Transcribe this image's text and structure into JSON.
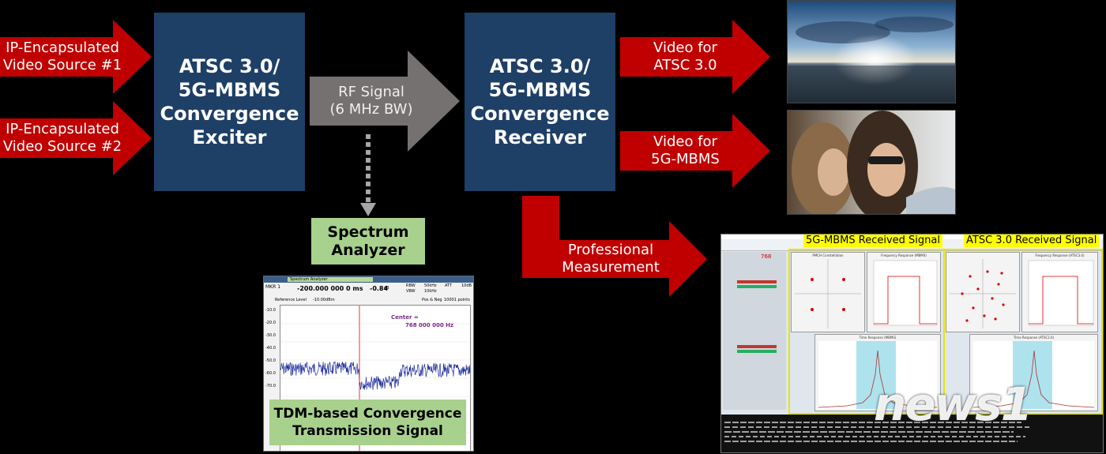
{
  "inputs": {
    "source1": "IP-Encapsulated\nVideo Source #1",
    "source2": "IP-Encapsulated\nVideo Source #2"
  },
  "exciter": {
    "label": "ATSC 3.0/\n5G-MBMS\nConvergence\nExciter"
  },
  "rf_signal": {
    "label": "RF Signal\n(6 MHz BW)"
  },
  "receiver": {
    "label": "ATSC 3.0/\n5G-MBMS\nConvergence\nReceiver"
  },
  "outputs": {
    "atsc": "Video for\nATSC 3.0",
    "mbms": "Video for\n5G-MBMS",
    "professional": "Professional\nMeasurement"
  },
  "spectrum_analyzer": {
    "label": "Spectrum\nAnalyzer",
    "window_title": "Spectrum Analyzer",
    "marker": "MKR 1",
    "marker_value": "-200.000 000 0 ms",
    "level_value": "-0.84",
    "level_unit": "dB",
    "rbw_label": "RBW",
    "rbw_value": "50kHz",
    "vbw_label": "VBW",
    "vbw_value": "10kHz",
    "att_label": "ATT",
    "att_value": "10dB",
    "ref_label": "Reference Level",
    "ref_value": "-10.00dBm",
    "mode": "Pos & Neg",
    "points": "10001 points",
    "center_label": "Center =",
    "center_value": "768 000 000 Hz",
    "y_ticks": [
      "-10.0",
      "-20.0",
      "-30.0",
      "-40.0",
      "-50.0",
      "-60.0",
      "-70.0"
    ],
    "caption": "TDM-based Convergence\nTransmission Signal"
  },
  "measurement": {
    "mbms_label": "5G-MBMS Received Signal",
    "atsc_label": "ATSC 3.0 Received Signal",
    "pmch_title": "PMCH Constellation",
    "freq_mbms_title": "Frequency Response (MBMS)",
    "freq_atsc_title": "Frequency Response (ATSC3.0)",
    "time_mbms_title": "Time Response (MBMS)",
    "time_atsc_title": "Time Response (ATSC3.0)",
    "value_display": "768"
  },
  "watermark": "news1",
  "colors": {
    "arrow_red": "#c00000",
    "arrow_gray": "#767171",
    "box_blue": "#1e3f66",
    "label_green": "#a9d18e",
    "highlight_yellow": "#ffff00"
  }
}
